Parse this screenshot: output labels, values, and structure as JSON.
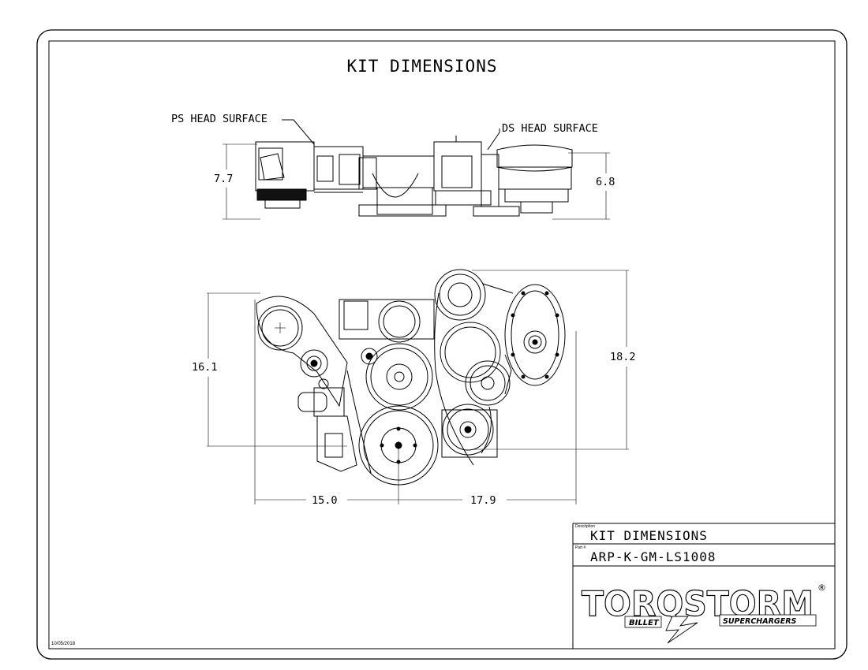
{
  "drawing": {
    "title": "KIT DIMENSIONS",
    "labels": {
      "ps_head_surface": "PS HEAD SURFACE",
      "ds_head_surface": "DS HEAD SURFACE"
    },
    "dimensions": {
      "top_left_height": "7.7",
      "top_right_height": "6.8",
      "front_left_height": "16.1",
      "front_right_height": "18.2",
      "bottom_left_width": "15.0",
      "bottom_right_width": "17.9"
    }
  },
  "title_block": {
    "description_caption": "Description",
    "description": "KIT DIMENSIONS",
    "part_caption": "Part #",
    "part_number": "ARP-K-GM-LS1008",
    "logo_text": "TORQSTORM",
    "logo_billet": "BILLET",
    "logo_superchargers": "SUPERCHARGERS",
    "registered_mark": "®"
  },
  "date": "10/05/2018"
}
